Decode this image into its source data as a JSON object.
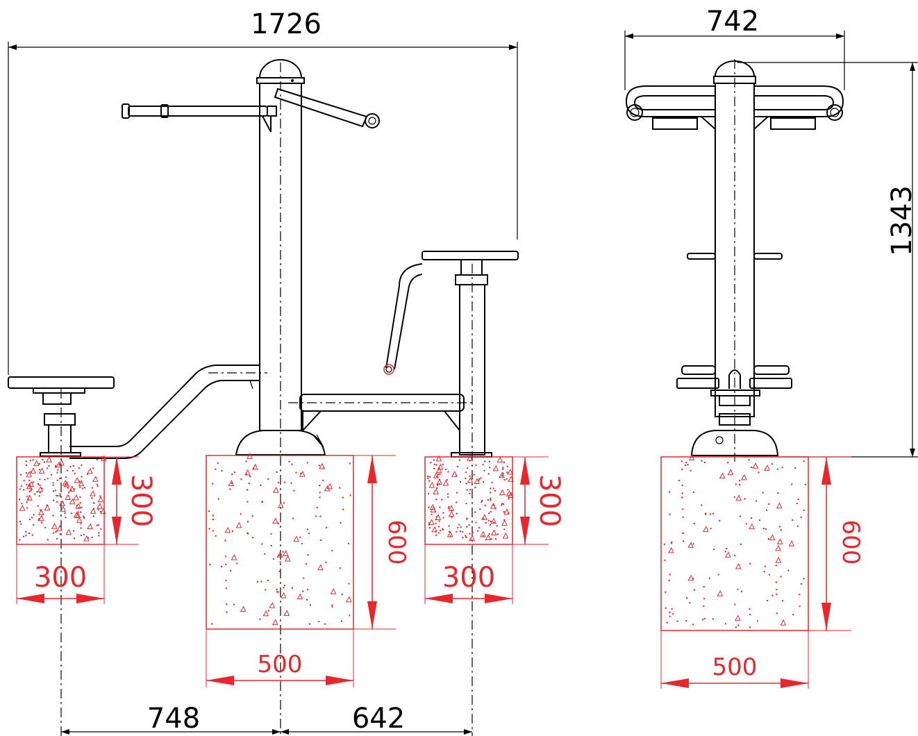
{
  "dimensions": {
    "overall_width_side": "1726",
    "overall_width_front": "742",
    "overall_height": "1343",
    "post_left_depth": "300",
    "post_left_width": "300",
    "main_footing_depth": "600",
    "main_footing_width": "500",
    "post_right_depth": "300",
    "post_right_width": "300",
    "front_footing_depth": "600",
    "front_footing_width": "500",
    "spacing_left": "748",
    "spacing_right": "642"
  },
  "colors": {
    "line": "#000000",
    "foundation": "#e8262b"
  }
}
